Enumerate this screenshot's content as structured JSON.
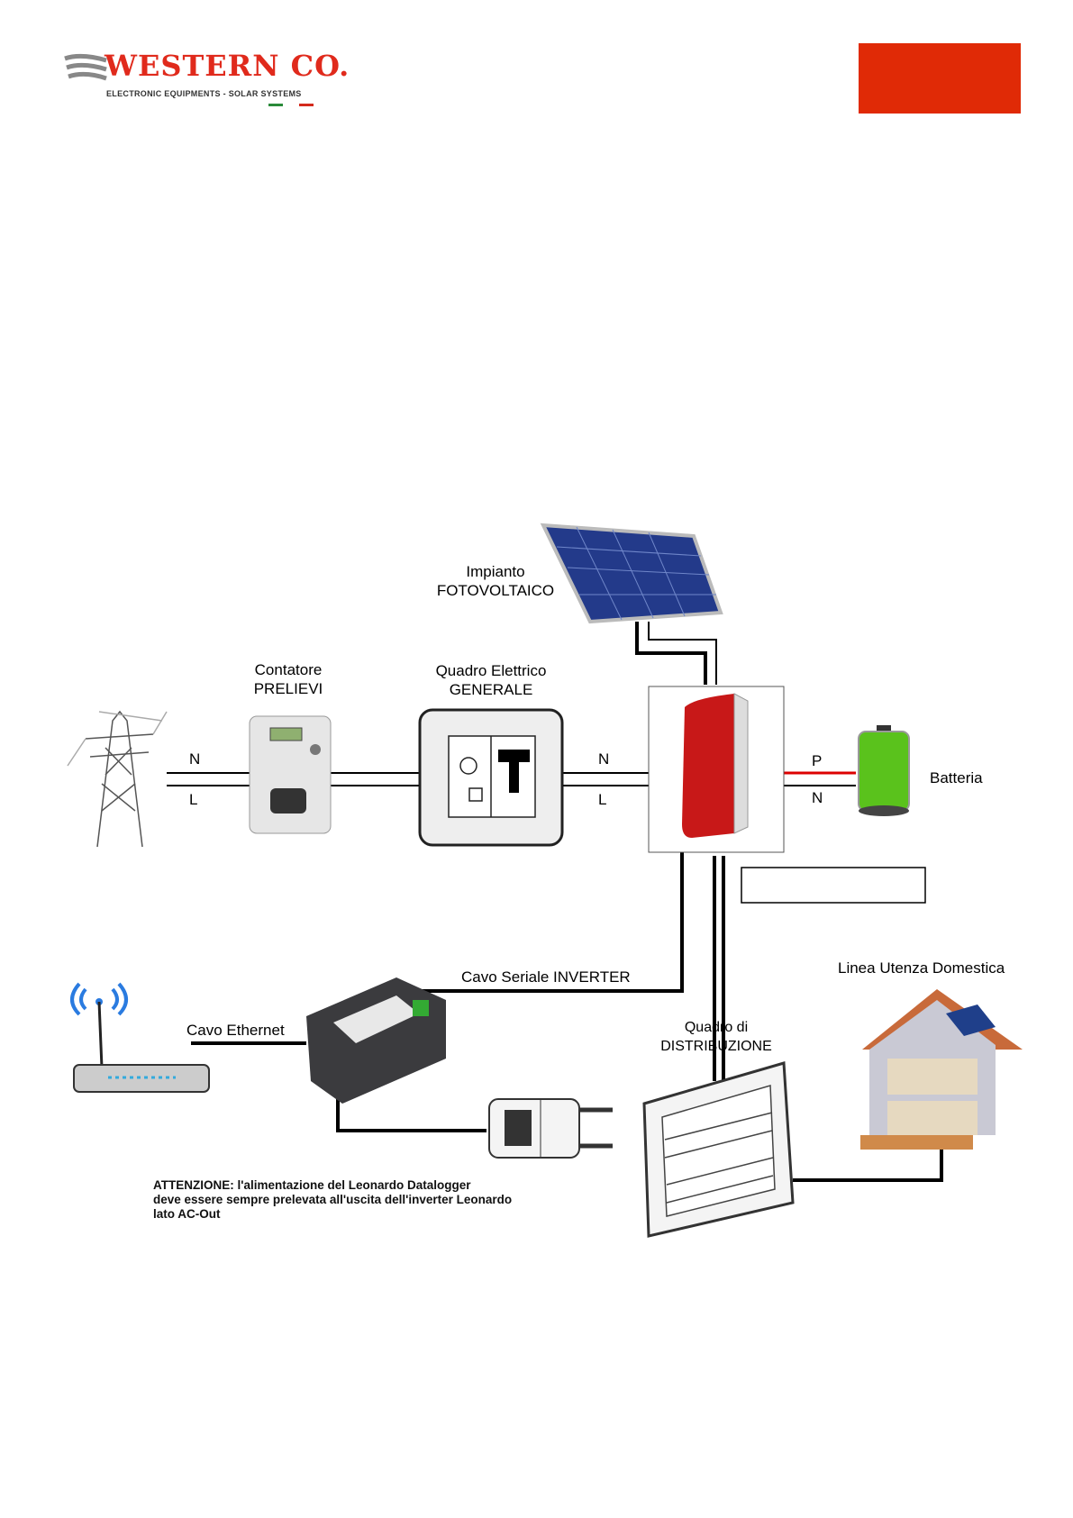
{
  "header": {
    "logo": {
      "name": "WESTERN CO.",
      "tagline": "ELECTRONIC EQUIPMENTS - SOLAR SYSTEMS"
    },
    "accent_color": "#e02a06"
  },
  "diagram": {
    "pv_label": [
      "Impianto",
      "FOTOVOLTAICO"
    ],
    "meter_label": [
      "Contatore",
      "PRELIEVI"
    ],
    "main_panel_label": [
      "Quadro Elettrico",
      "GENERALE"
    ],
    "battery_label": "Batteria",
    "grid_wires": [
      "N",
      "L"
    ],
    "inverter_wires": [
      "N",
      "L"
    ],
    "battery_wires": [
      "P",
      "N"
    ],
    "serial_cable_label": "Cavo Seriale INVERTER",
    "ethernet_cable_label": "Cavo Ethernet",
    "distribution_label": [
      "Quadro di",
      "DISTRIBUZIONE"
    ],
    "house_label": "Linea Utenza Domestica",
    "warning": [
      "ATTENZIONE: l'alimentazione del Leonardo Datalogger",
      "deve essere sempre prelevata all'uscita dell'inverter Leonardo",
      "lato AC-Out"
    ]
  }
}
